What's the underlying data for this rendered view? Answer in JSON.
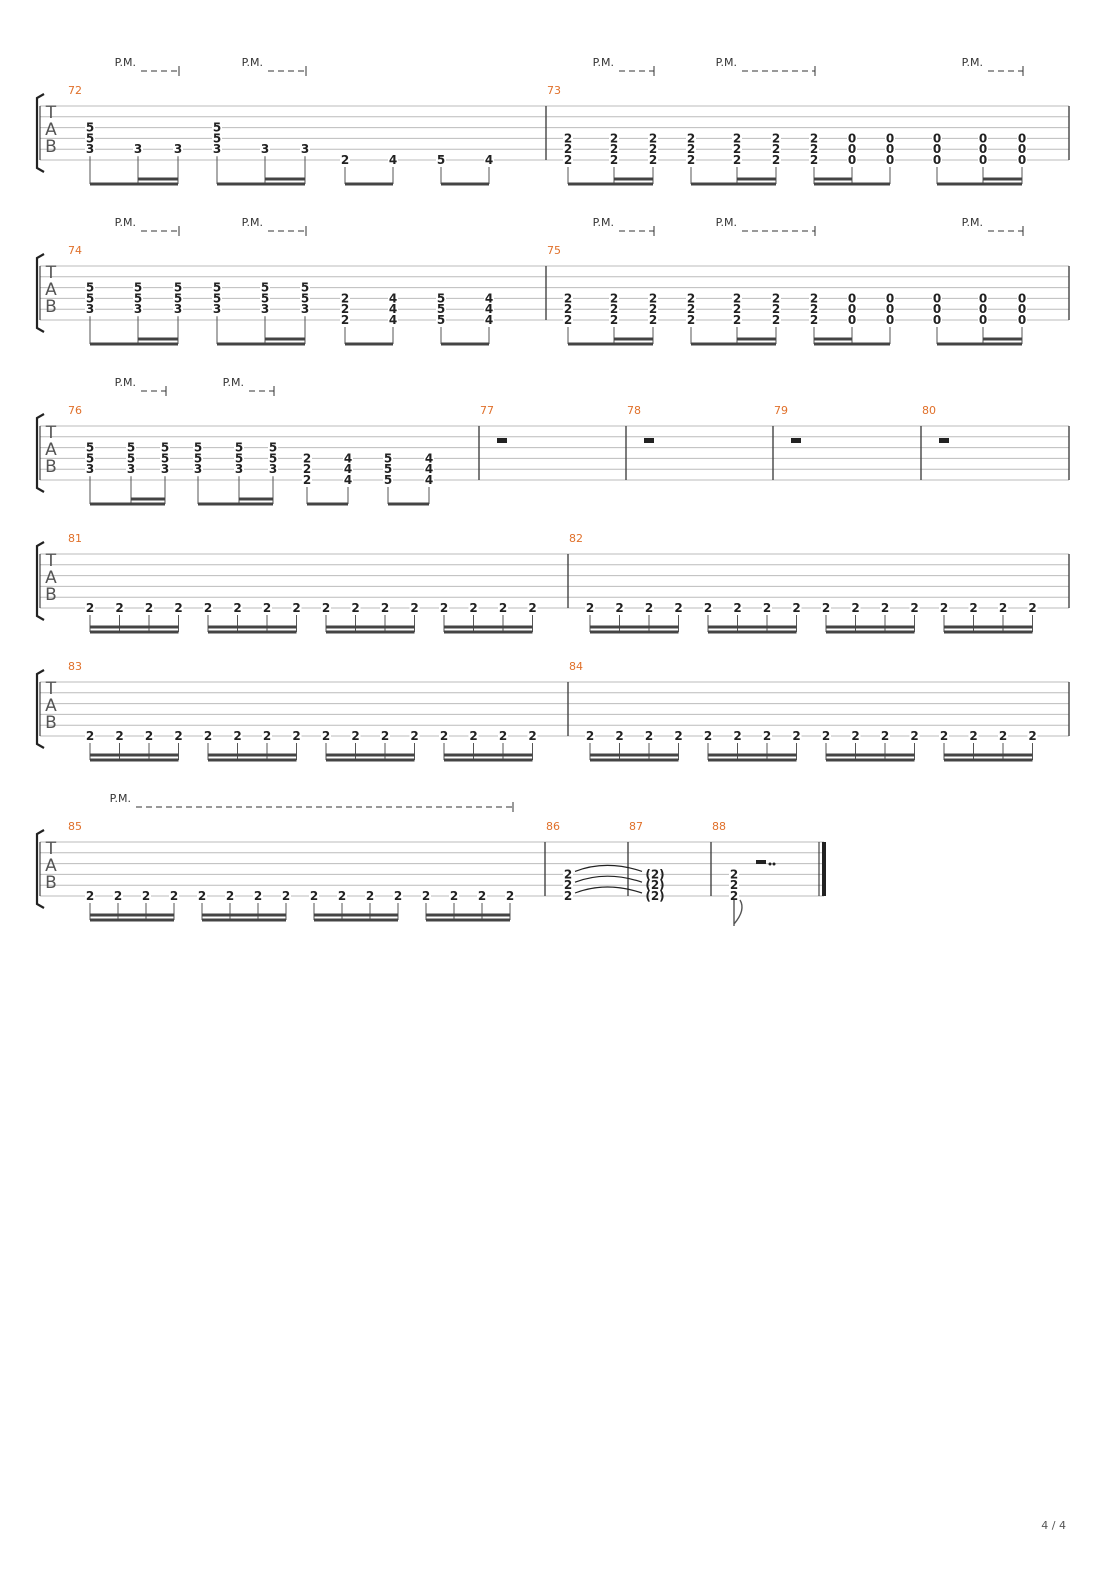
{
  "page": {
    "page_number": "4 / 4"
  },
  "labels": {
    "tab": [
      "T",
      "A",
      "B"
    ],
    "palm_mute": "P.M."
  },
  "colors": {
    "measure_number": "#e0702a",
    "ink": "#222222",
    "staff_line": "#bbbbbb"
  },
  "systems": [
    {
      "measures": [
        {
          "number": "72",
          "beats": [
            {
              "frets": [
                null,
                null,
                "5",
                "5",
                "3",
                null
              ]
            },
            {
              "frets": [
                null,
                null,
                null,
                null,
                "3",
                null
              ]
            },
            {
              "frets": [
                null,
                null,
                null,
                null,
                "3",
                null
              ]
            },
            {
              "frets": [
                null,
                null,
                "5",
                "5",
                "3",
                null
              ]
            },
            {
              "frets": [
                null,
                null,
                null,
                null,
                "3",
                null
              ]
            },
            {
              "frets": [
                null,
                null,
                null,
                null,
                "3",
                null
              ]
            },
            {
              "frets": [
                null,
                null,
                null,
                null,
                null,
                "2"
              ]
            },
            {
              "frets": [
                null,
                null,
                null,
                null,
                null,
                "4"
              ]
            },
            {
              "frets": [
                null,
                null,
                null,
                null,
                null,
                "5"
              ]
            },
            {
              "frets": [
                null,
                null,
                null,
                null,
                null,
                "4"
              ]
            }
          ],
          "groups": [
            [
              0,
              2,
              [
                1,
                2
              ]
            ],
            [
              3,
              5,
              [
                4,
                5
              ]
            ],
            [
              6,
              7,
              null
            ],
            [
              8,
              9,
              null
            ]
          ],
          "pm": [
            [
              0,
              2
            ],
            [
              3,
              5
            ]
          ]
        },
        {
          "number": "73",
          "beats": [
            {
              "frets": [
                null,
                null,
                null,
                "2",
                "2",
                "2"
              ]
            },
            {
              "frets": [
                null,
                null,
                null,
                "2",
                "2",
                "2"
              ]
            },
            {
              "frets": [
                null,
                null,
                null,
                "2",
                "2",
                "2"
              ]
            },
            {
              "frets": [
                null,
                null,
                null,
                "2",
                "2",
                "2"
              ]
            },
            {
              "frets": [
                null,
                null,
                null,
                "2",
                "2",
                "2"
              ]
            },
            {
              "frets": [
                null,
                null,
                null,
                "2",
                "2",
                "2"
              ]
            },
            {
              "frets": [
                null,
                null,
                null,
                "2",
                "2",
                "2"
              ]
            },
            {
              "frets": [
                null,
                null,
                null,
                "0",
                "0",
                "0"
              ]
            },
            {
              "frets": [
                null,
                null,
                null,
                "0",
                "0",
                "0"
              ]
            },
            {
              "frets": [
                null,
                null,
                null,
                "0",
                "0",
                "0"
              ]
            },
            {
              "frets": [
                null,
                null,
                null,
                "0",
                "0",
                "0"
              ]
            },
            {
              "frets": [
                null,
                null,
                null,
                "0",
                "0",
                "0"
              ]
            }
          ],
          "groups": [
            [
              0,
              2,
              [
                1,
                2
              ]
            ],
            [
              3,
              5,
              [
                4,
                5
              ]
            ],
            [
              6,
              8,
              [
                6,
                7
              ]
            ],
            [
              9,
              11,
              [
                10,
                11
              ]
            ]
          ],
          "pm": [
            [
              0,
              2
            ],
            [
              3,
              6
            ],
            [
              9,
              11
            ]
          ]
        }
      ]
    },
    {
      "measures": [
        {
          "number": "74",
          "beats": [
            {
              "frets": [
                null,
                null,
                "5",
                "5",
                "3",
                null
              ]
            },
            {
              "frets": [
                null,
                null,
                "5",
                "5",
                "3",
                null
              ]
            },
            {
              "frets": [
                null,
                null,
                "5",
                "5",
                "3",
                null
              ]
            },
            {
              "frets": [
                null,
                null,
                "5",
                "5",
                "3",
                null
              ]
            },
            {
              "frets": [
                null,
                null,
                "5",
                "5",
                "3",
                null
              ]
            },
            {
              "frets": [
                null,
                null,
                "5",
                "5",
                "3",
                null
              ]
            },
            {
              "frets": [
                null,
                null,
                null,
                "2",
                "2",
                "2"
              ]
            },
            {
              "frets": [
                null,
                null,
                null,
                "4",
                "4",
                "4"
              ]
            },
            {
              "frets": [
                null,
                null,
                null,
                "5",
                "5",
                "5"
              ]
            },
            {
              "frets": [
                null,
                null,
                null,
                "4",
                "4",
                "4"
              ]
            }
          ],
          "groups": [
            [
              0,
              2,
              [
                1,
                2
              ]
            ],
            [
              3,
              5,
              [
                4,
                5
              ]
            ],
            [
              6,
              7,
              null
            ],
            [
              8,
              9,
              null
            ]
          ],
          "pm": [
            [
              0,
              2
            ],
            [
              3,
              5
            ]
          ]
        },
        {
          "number": "75",
          "beats": [
            {
              "frets": [
                null,
                null,
                null,
                "2",
                "2",
                "2"
              ]
            },
            {
              "frets": [
                null,
                null,
                null,
                "2",
                "2",
                "2"
              ]
            },
            {
              "frets": [
                null,
                null,
                null,
                "2",
                "2",
                "2"
              ]
            },
            {
              "frets": [
                null,
                null,
                null,
                "2",
                "2",
                "2"
              ]
            },
            {
              "frets": [
                null,
                null,
                null,
                "2",
                "2",
                "2"
              ]
            },
            {
              "frets": [
                null,
                null,
                null,
                "2",
                "2",
                "2"
              ]
            },
            {
              "frets": [
                null,
                null,
                null,
                "2",
                "2",
                "2"
              ]
            },
            {
              "frets": [
                null,
                null,
                null,
                "0",
                "0",
                "0"
              ]
            },
            {
              "frets": [
                null,
                null,
                null,
                "0",
                "0",
                "0"
              ]
            },
            {
              "frets": [
                null,
                null,
                null,
                "0",
                "0",
                "0"
              ]
            },
            {
              "frets": [
                null,
                null,
                null,
                "0",
                "0",
                "0"
              ]
            },
            {
              "frets": [
                null,
                null,
                null,
                "0",
                "0",
                "0"
              ]
            }
          ],
          "groups": [
            [
              0,
              2,
              [
                1,
                2
              ]
            ],
            [
              3,
              5,
              [
                4,
                5
              ]
            ],
            [
              6,
              8,
              [
                6,
                7
              ]
            ],
            [
              9,
              11,
              [
                10,
                11
              ]
            ]
          ],
          "pm": [
            [
              0,
              2
            ],
            [
              3,
              6
            ],
            [
              9,
              11
            ]
          ]
        }
      ]
    },
    {
      "measures": [
        {
          "number": "76",
          "beats": [
            {
              "frets": [
                null,
                null,
                "5",
                "5",
                "3",
                null
              ]
            },
            {
              "frets": [
                null,
                null,
                "5",
                "5",
                "3",
                null
              ]
            },
            {
              "frets": [
                null,
                null,
                "5",
                "5",
                "3",
                null
              ]
            },
            {
              "frets": [
                null,
                null,
                "5",
                "5",
                "3",
                null
              ]
            },
            {
              "frets": [
                null,
                null,
                "5",
                "5",
                "3",
                null
              ]
            },
            {
              "frets": [
                null,
                null,
                "5",
                "5",
                "3",
                null
              ]
            },
            {
              "frets": [
                null,
                null,
                null,
                "2",
                "2",
                "2"
              ]
            },
            {
              "frets": [
                null,
                null,
                null,
                "4",
                "4",
                "4"
              ]
            },
            {
              "frets": [
                null,
                null,
                null,
                "5",
                "5",
                "5"
              ]
            },
            {
              "frets": [
                null,
                null,
                null,
                "4",
                "4",
                "4"
              ]
            }
          ],
          "groups": [
            [
              0,
              2,
              [
                1,
                2
              ]
            ],
            [
              3,
              5,
              [
                4,
                5
              ]
            ],
            [
              6,
              7,
              null
            ],
            [
              8,
              9,
              null
            ]
          ],
          "pm": [
            [
              0,
              2
            ],
            [
              3,
              5
            ]
          ]
        },
        {
          "number": "77",
          "rest": true
        },
        {
          "number": "78",
          "rest": true
        },
        {
          "number": "79",
          "rest": true
        },
        {
          "number": "80",
          "rest": true
        }
      ]
    },
    {
      "measures": [
        {
          "number": "81",
          "beats_repeat": {
            "count": 16,
            "string": 5,
            "fret": "2"
          },
          "groups16": true
        },
        {
          "number": "82",
          "beats_repeat": {
            "count": 16,
            "string": 5,
            "fret": "2"
          },
          "groups16": true
        }
      ]
    },
    {
      "measures": [
        {
          "number": "83",
          "beats_repeat": {
            "count": 16,
            "string": 5,
            "fret": "2"
          },
          "groups16": true
        },
        {
          "number": "84",
          "beats_repeat": {
            "count": 16,
            "string": 5,
            "fret": "2"
          },
          "groups16": true
        }
      ]
    },
    {
      "measures": [
        {
          "number": "85",
          "beats_repeat": {
            "count": 16,
            "string": 5,
            "fret": "2"
          },
          "groups16": true,
          "pm_all": true
        },
        {
          "number": "86",
          "chord": [
            "2",
            "2",
            "2"
          ],
          "tied": true
        },
        {
          "number": "87",
          "chord": [
            "(2)",
            "(2)",
            "(2)"
          ]
        },
        {
          "number": "88",
          "chord": [
            "2",
            "2",
            "2"
          ],
          "end_rest": true
        }
      ]
    }
  ]
}
